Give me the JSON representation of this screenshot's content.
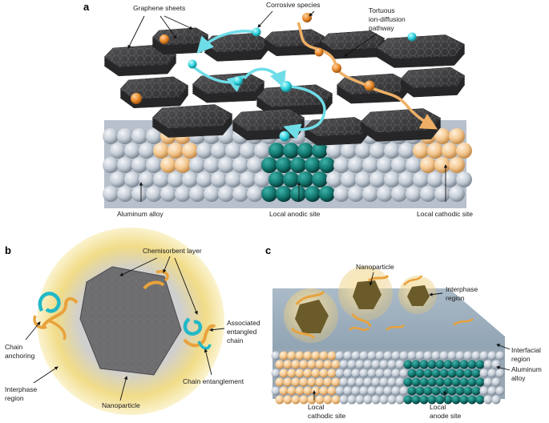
{
  "panels": {
    "a": {
      "letter": "a",
      "labels": {
        "graphene_sheets": "Graphene sheets",
        "corrosive_species": "Corrosive species",
        "tortuous_1": "Tortuous",
        "tortuous_2": "ion-diffusion",
        "tortuous_3": "pathway",
        "aluminum_alloy": "Aluminum alloy",
        "local_anodic_site": "Local anodic site",
        "local_cathodic_site": "Local cathodic site"
      }
    },
    "b": {
      "letter": "b",
      "labels": {
        "chemisorbent_layer": "Chemisorbent layer",
        "associated_1": "Associated",
        "associated_2": "entangled",
        "associated_3": "chain",
        "chain_anchoring_1": "Chain",
        "chain_anchoring_2": "anchoring",
        "chain_entanglement": "Chain entanglement",
        "nanoparticle": "Nanoparticle",
        "interphase_1": "Interphase",
        "interphase_2": "region"
      }
    },
    "c": {
      "letter": "c",
      "labels": {
        "nanoparticle": "Nanoparticle",
        "interphase_1": "Interphase",
        "interphase_2": "region",
        "interfacial_1": "Interfacial",
        "interfacial_2": "region",
        "aluminum_1": "Aluminum",
        "aluminum_2": "alloy",
        "local_cathodic_1": "Local",
        "local_cathodic_2": "cathodic site",
        "local_anode_1": "Local",
        "local_anode_2": "anode site"
      }
    }
  },
  "colors": {
    "graphene": "#3c3c3e",
    "corrosive_species": "#e98a2a",
    "cyan_ion": "#2fd4df",
    "cyan_path": "#6fdde8",
    "orange_path": "#efb065",
    "alloy_sphere": "#c4ccd6",
    "anodic_sphere": "#137a72",
    "cathodic_sphere": "#f3c78f",
    "interphase_glow": "#f5e08a",
    "chain_orange": "#e8a23c",
    "chain_cyan": "#22b8c8"
  }
}
